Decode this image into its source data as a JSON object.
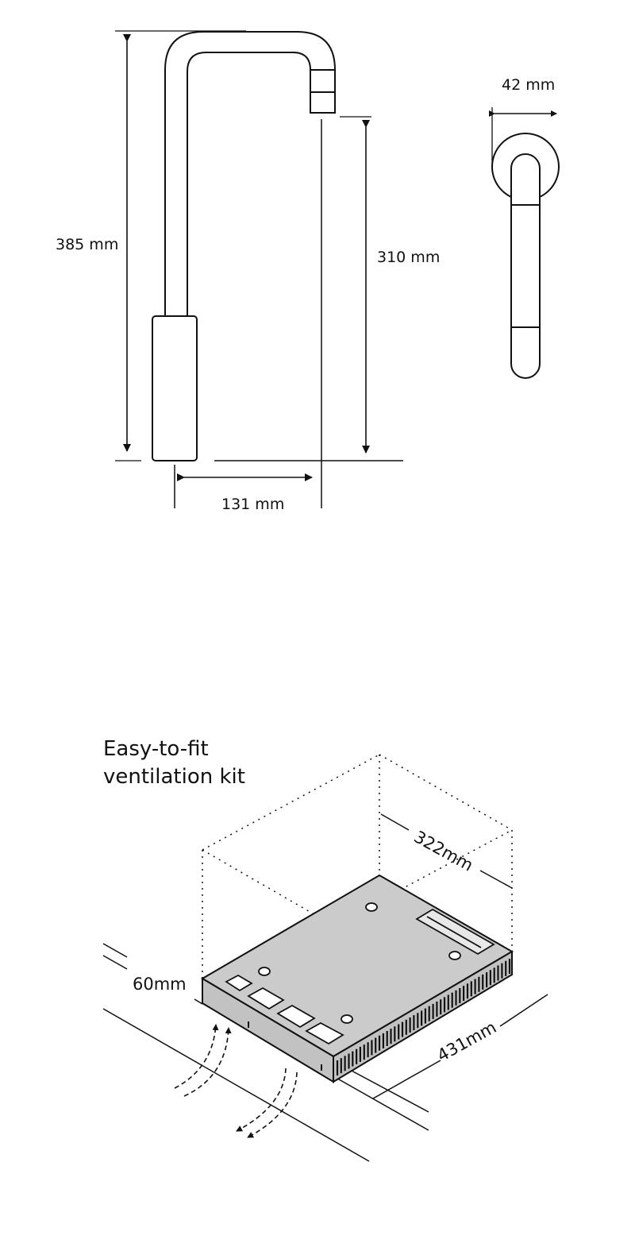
{
  "tap_drawing": {
    "height_total": "385 mm",
    "height_spout": "310 mm",
    "reach": "131 mm",
    "diameter": "42 mm"
  },
  "ventilation_kit": {
    "title_line1": "Easy-to-fit",
    "title_line2": "ventilation kit",
    "depth": "322mm",
    "height": "60mm",
    "width": "431mm"
  }
}
